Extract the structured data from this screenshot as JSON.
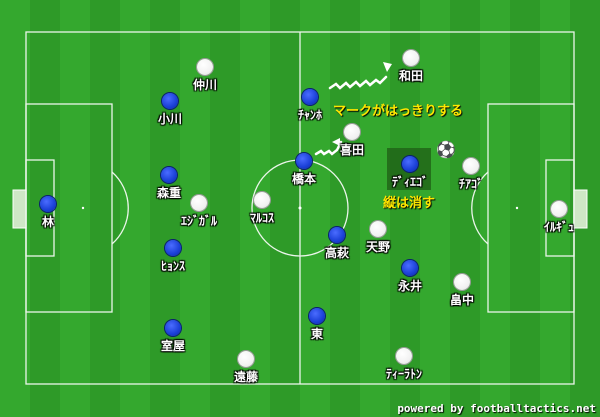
{
  "players": [
    {
      "id": "hayashi",
      "name": "林",
      "team": "blue"
    },
    {
      "id": "ogawa",
      "name": "小川",
      "team": "blue"
    },
    {
      "id": "morishige",
      "name": "森重",
      "team": "blue"
    },
    {
      "id": "hyonsu",
      "name": "ﾋｮﾝｽ",
      "team": "blue"
    },
    {
      "id": "muroya",
      "name": "室屋",
      "team": "blue"
    },
    {
      "id": "jang",
      "name": "ﾁｬﾝﾎ",
      "team": "blue"
    },
    {
      "id": "hashimoto",
      "name": "橋本",
      "team": "blue"
    },
    {
      "id": "takahagi",
      "name": "高萩",
      "team": "blue"
    },
    {
      "id": "higashi",
      "name": "東",
      "team": "blue"
    },
    {
      "id": "diego",
      "name": "ﾃﾞｨｴｺﾞ",
      "team": "blue"
    },
    {
      "id": "nagai",
      "name": "永井",
      "team": "blue"
    },
    {
      "id": "nakagawa",
      "name": "仲川",
      "team": "white"
    },
    {
      "id": "egajal",
      "name": "ｴｼﾞｶﾞﾙ",
      "team": "white"
    },
    {
      "id": "marukosu",
      "name": "ﾏﾙｺｽ",
      "team": "white"
    },
    {
      "id": "endo",
      "name": "遠藤",
      "team": "white"
    },
    {
      "id": "wada",
      "name": "和田",
      "team": "white"
    },
    {
      "id": "kida",
      "name": "喜田",
      "team": "white"
    },
    {
      "id": "amano",
      "name": "天野",
      "team": "white"
    },
    {
      "id": "tiarato",
      "name": "ﾃｨｰﾗﾄﾝ",
      "team": "white"
    },
    {
      "id": "chiago",
      "name": "ﾁｱｺﾞ",
      "team": "white"
    },
    {
      "id": "hatanaka",
      "name": "畠中",
      "team": "white"
    },
    {
      "id": "iruge",
      "name": "ｲﾙｷﾞｭ",
      "team": "white"
    }
  ],
  "annotations": {
    "marking": "マークがはっきりする",
    "vertical": "縦は消す"
  },
  "credit": "powered by footballtactics.net",
  "colors": {
    "pitch": "#34a82e",
    "blue_team": "#1a3fd6",
    "white_team": "#ffffff",
    "note": "#ffe600"
  }
}
